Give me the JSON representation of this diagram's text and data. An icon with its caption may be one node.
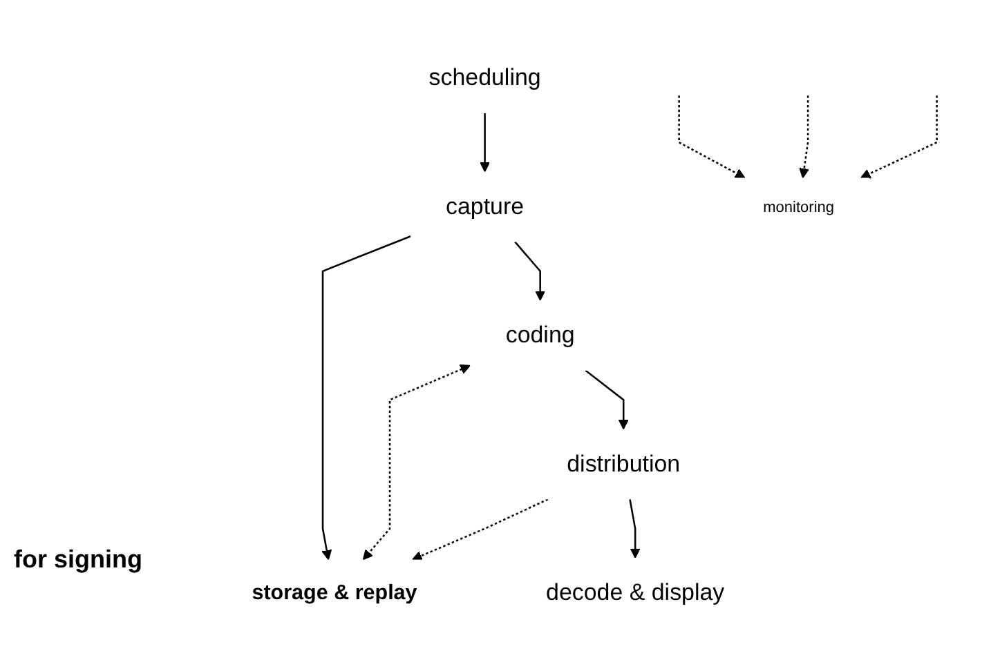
{
  "diagram": {
    "nodes": [
      {
        "text": [
          "scheduling"
        ]
      },
      {
        "text": [
          "capture"
        ]
      },
      {
        "text": [
          "storage & replay"
        ]
      },
      {
        "text": [
          "coding"
        ]
      },
      {
        "text": [
          "distribution"
        ]
      },
      {
        "text": [
          "decode & display"
        ]
      },
      {
        "text": [
          "monitoring"
        ]
      }
    ],
    "edges": [
      {
        "from": 0,
        "to": 1,
        "arrow": "to"
      },
      {
        "from": 1,
        "to": 2,
        "arrow": "to"
      },
      {
        "from": 1,
        "to": 3,
        "arrow": "to"
      },
      {
        "from": 3,
        "to": 2,
        "arrow": "both",
        "style": "dashed"
      },
      {
        "from": 3,
        "to": 4,
        "arrow": "to"
      },
      {
        "from": 4,
        "to": 2,
        "arrow": "to",
        "style": "dashed"
      },
      {
        "from": 4,
        "to": 5,
        "arrow": "to"
      },
      {
        "from": null,
        "to": 6,
        "arrow": "to",
        "style": "dashed"
      },
      {
        "from": null,
        "to": 6,
        "arrow": "to",
        "style": "dashed"
      },
      {
        "from": null,
        "to": 6,
        "arrow": "to",
        "style": "dashed"
      }
    ],
    "labels": [
      "for signing"
    ]
  }
}
